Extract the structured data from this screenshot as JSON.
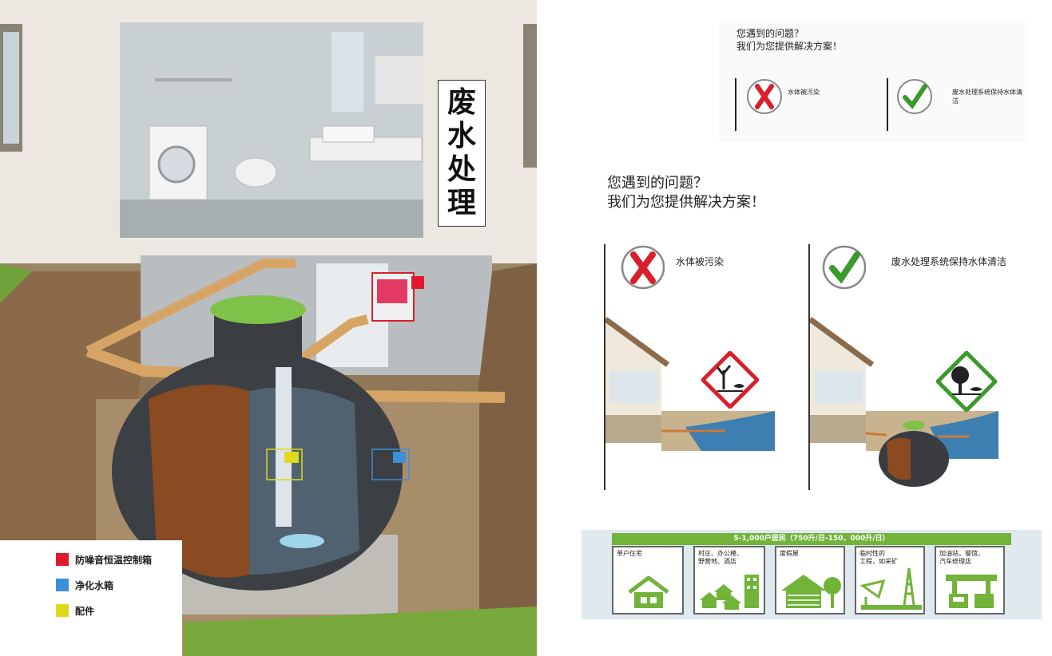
{
  "left": {
    "title_chars": [
      "废",
      "水",
      "处",
      "理"
    ],
    "legend": [
      {
        "label": "防噪音恒温控制箱",
        "color": "#e0192d"
      },
      {
        "label": "净化水箱",
        "color": "#3d8fd6"
      },
      {
        "label": "配件",
        "color": "#e0d81a"
      }
    ]
  },
  "small_section": {
    "question_line1": "您遇到的问题？",
    "question_line2": "我们为您提供解决方案！",
    "problem_caption": "水体被污染",
    "solution_caption": "废水处理系统保持水体清洁"
  },
  "main_section": {
    "question_line1": "您遇到的问题？",
    "question_line2": "我们为您提供解决方案！",
    "problem_caption": "水体被污染",
    "solution_caption": "废水处理系统保持水体清洁"
  },
  "capacity_band": {
    "header": "5-1,000户居民（750升/日-150，000升/日）",
    "cards": [
      {
        "label": "单户住宅",
        "icon": "house-icon"
      },
      {
        "label": "村庄、办公楼、\n野营地、酒店",
        "icon": "village-icon"
      },
      {
        "label": "度假屋",
        "icon": "holiday-house-icon"
      },
      {
        "label": "临时性的\n工程，如采矿",
        "icon": "mining-icon"
      },
      {
        "label": "加油站，餐馆，\n汽车修理店",
        "icon": "gas-station-icon"
      }
    ],
    "accent_color": "#72b33a"
  },
  "colors": {
    "cross": "#d8202c",
    "check": "#3a9a2a",
    "hazard_red": "#d8202c"
  }
}
